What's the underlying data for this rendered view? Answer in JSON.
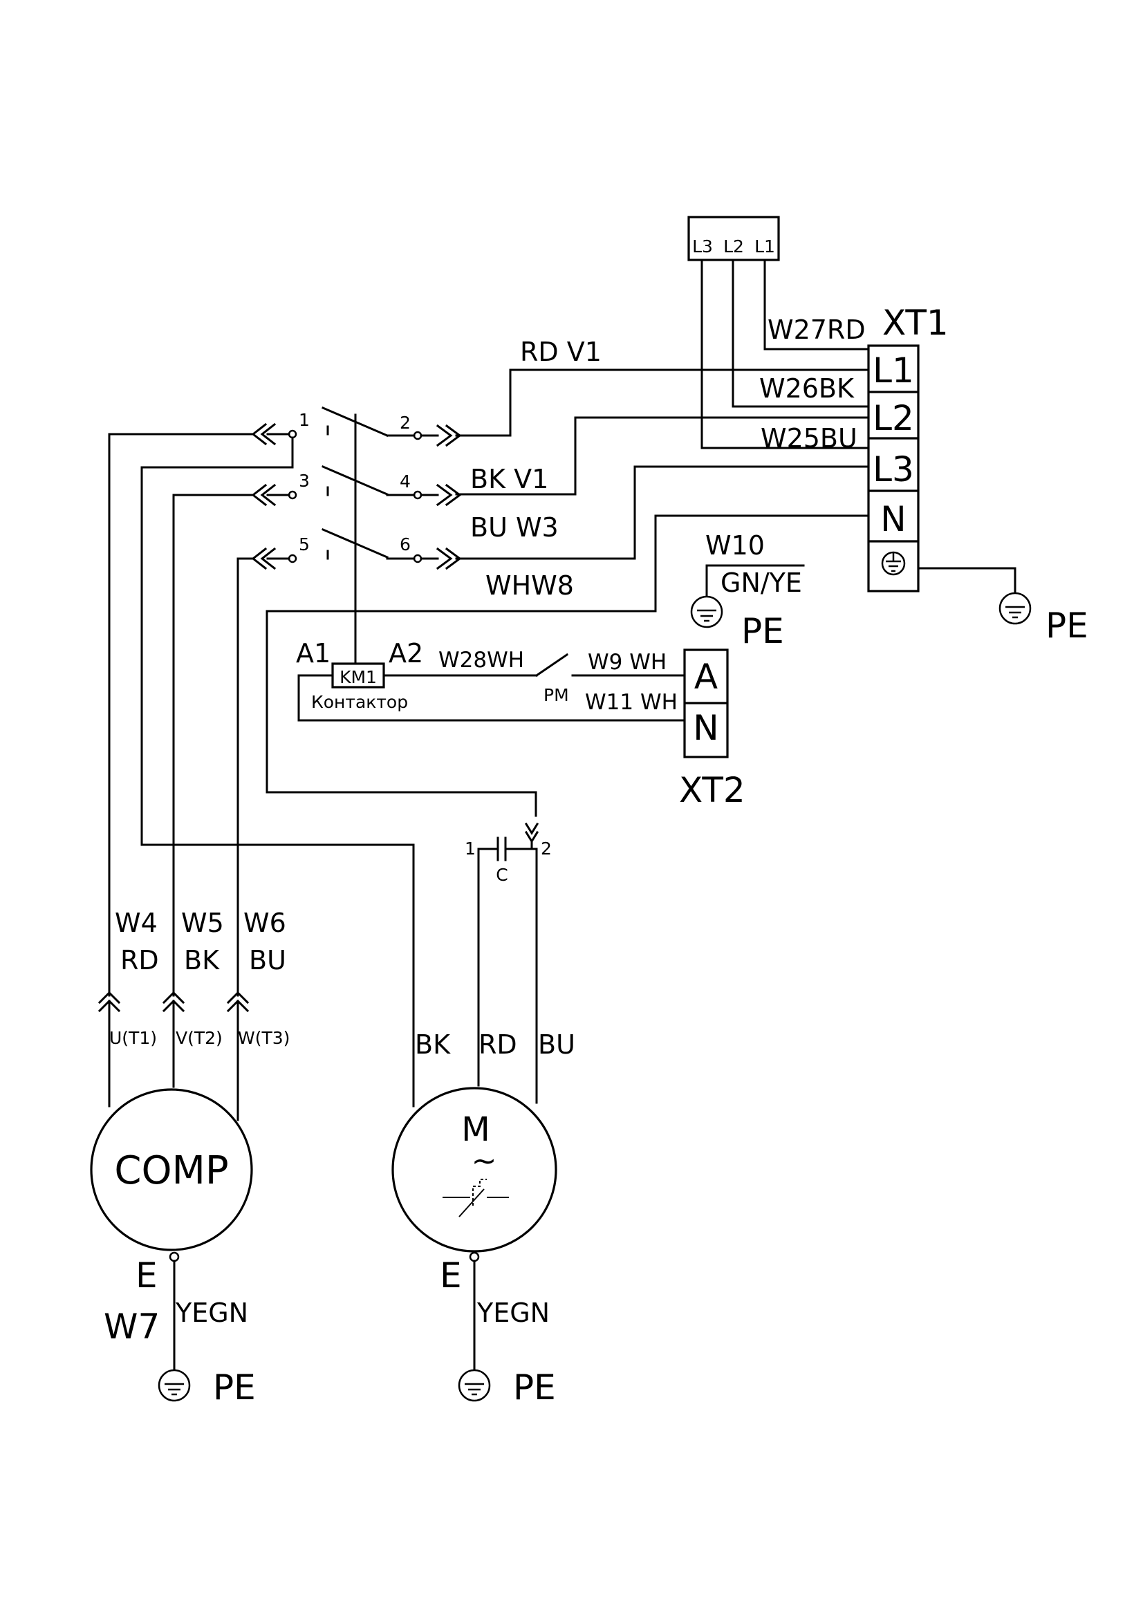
{
  "source_box": {
    "l3": "L3",
    "l2": "L2",
    "l1": "L1"
  },
  "xt1": {
    "name": "XT1",
    "terminals": [
      "L1",
      "L2",
      "L3",
      "N"
    ],
    "wires": {
      "l1": "W27RD",
      "l2": "W26BK",
      "l3": "W25BU"
    }
  },
  "xt2": {
    "name": "XT2",
    "terminals": [
      "A",
      "N"
    ]
  },
  "pe_ground": "PE",
  "lines": {
    "rd_v1": "RD  V1",
    "bk_v1": "BK  V1",
    "bu_w3": "BU  W3",
    "whw8": "WHW8"
  },
  "ground_wire": {
    "name": "W10",
    "color": "GN/YE"
  },
  "contactor": {
    "code": "KM1",
    "label": "Контактор",
    "a1": "A1",
    "a2": "A2",
    "coil_wire": "W28WH",
    "relay": "PM",
    "wire_a": "W9  WH",
    "wire_n": "W11  WH"
  },
  "contact_pins": [
    "1",
    "2",
    "3",
    "4",
    "5",
    "6"
  ],
  "capacitor": {
    "label": "C",
    "pin1": "1",
    "pin2": "2"
  },
  "compressor": {
    "label": "COMP",
    "earth": "E",
    "wire_names": [
      "W4",
      "W5",
      "W6"
    ],
    "wire_colors": [
      "RD",
      "BK",
      "BU"
    ],
    "terminals": [
      "U(T1)",
      "V(T2)",
      "W(T3)"
    ],
    "pe_wire": "W7",
    "pe_color": "YEGN"
  },
  "fan_motor": {
    "label": "M",
    "symbol": "~",
    "earth": "E",
    "wire_colors": [
      "BK",
      "RD",
      "BU"
    ],
    "pe_color": "YEGN"
  }
}
